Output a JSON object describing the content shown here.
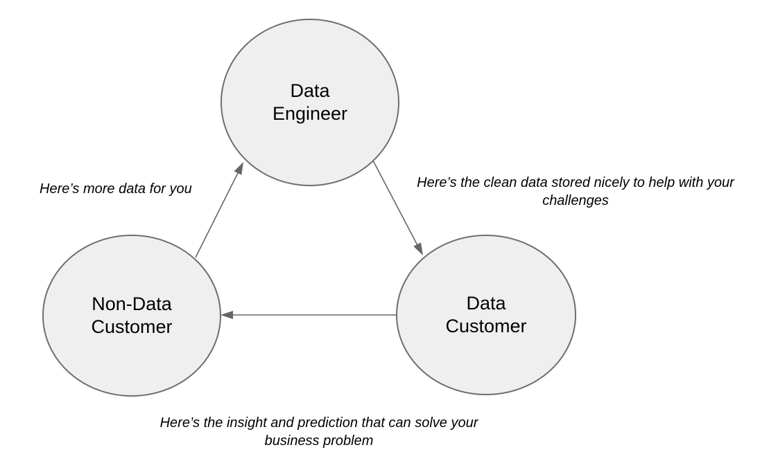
{
  "diagram": {
    "nodes": [
      {
        "id": "data-engineer",
        "label": "Data Engineer",
        "lines": [
          "Data",
          "Engineer"
        ]
      },
      {
        "id": "non-data-customer",
        "label": "Non-Data Customer",
        "lines": [
          "Non-Data",
          "Customer"
        ]
      },
      {
        "id": "data-customer",
        "label": "Data Customer",
        "lines": [
          "Data",
          "Customer"
        ]
      }
    ],
    "edges": [
      {
        "from": "Non-Data Customer",
        "to": "Data Engineer",
        "label": "Here’s more data for you"
      },
      {
        "from": "Data Engineer",
        "to": "Data Customer",
        "label": "Here’s the clean data stored nicely to help with your challenges"
      },
      {
        "from": "Data Customer",
        "to": "Non-Data Customer",
        "label": "Here’s the insight and prediction that can solve your business problem"
      }
    ]
  },
  "colors": {
    "background": "#ffffff",
    "node_fill": "#efefef",
    "node_stroke": "#6e6e6e",
    "arrow": "#666666",
    "node_text": "#000000",
    "label_text": "#000000"
  }
}
